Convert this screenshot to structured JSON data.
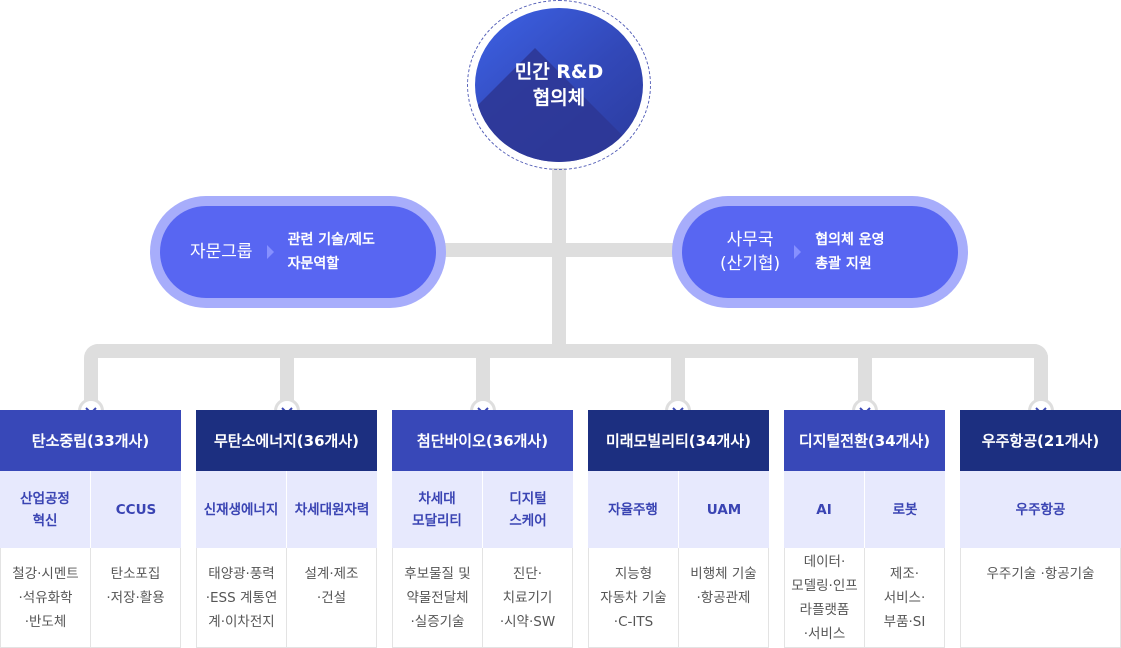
{
  "center": {
    "line1": "민간 R&D",
    "line2": "협의체"
  },
  "left_pill": {
    "title": "자문그룹",
    "desc1": "관련 기술/제도",
    "desc2": "자문역할"
  },
  "right_pill": {
    "title1": "사무국",
    "title2": "(산기협)",
    "desc1": "협의체 운영",
    "desc2": "총괄 지원"
  },
  "colors": {
    "primary": "#5866f2",
    "head_blue": "#3848b8",
    "head_dark": "#1c2f80",
    "sub_bg": "#e7e9fd",
    "connector": "#dedede"
  },
  "columns": [
    {
      "title": "탄소중립(33개사)",
      "subs": [
        {
          "l1": "산업공정",
          "l2": "혁신"
        },
        {
          "l1": "CCUS",
          "l2": ""
        }
      ],
      "details": [
        [
          "철강·시멘트",
          "·석유화학",
          "·반도체"
        ],
        [
          "탄소포집",
          "·저장·활용"
        ]
      ]
    },
    {
      "title": "무탄소에너지(36개사)",
      "subs": [
        {
          "l1": "신재생에너지",
          "l2": ""
        },
        {
          "l1": "차세대원자력",
          "l2": ""
        }
      ],
      "details": [
        [
          "태양광·풍력",
          "·ESS 계통연",
          "계·이차전지"
        ],
        [
          "설계·제조",
          "·건설"
        ]
      ]
    },
    {
      "title": "첨단바이오(36개사)",
      "subs": [
        {
          "l1": "차세대",
          "l2": "모달리티"
        },
        {
          "l1": "디지털",
          "l2": "스케어"
        }
      ],
      "details": [
        [
          "후보물질 및",
          "약물전달체",
          "·실증기술"
        ],
        [
          "진단·",
          "치료기기",
          "·시약·SW"
        ]
      ]
    },
    {
      "title": "미래모빌리티(34개사)",
      "subs": [
        {
          "l1": "자율주행",
          "l2": ""
        },
        {
          "l1": "UAM",
          "l2": ""
        }
      ],
      "details": [
        [
          "지능형",
          "자동차 기술",
          "·C-ITS"
        ],
        [
          "비행체 기술",
          "·항공관제"
        ]
      ]
    },
    {
      "title": "디지털전환(34개사)",
      "subs": [
        {
          "l1": "AI",
          "l2": ""
        },
        {
          "l1": "로봇",
          "l2": ""
        }
      ],
      "details": [
        [
          "데이터·",
          "모델링·인프",
          "라플랫폼",
          "·서비스"
        ],
        [
          "제조·",
          "서비스·",
          "부품·SI"
        ]
      ]
    },
    {
      "title": "우주항공(21개사)",
      "subs": [
        {
          "l1": "우주항공",
          "l2": ""
        }
      ],
      "details": [
        [
          "우주기술 ·항공기술"
        ]
      ]
    }
  ]
}
